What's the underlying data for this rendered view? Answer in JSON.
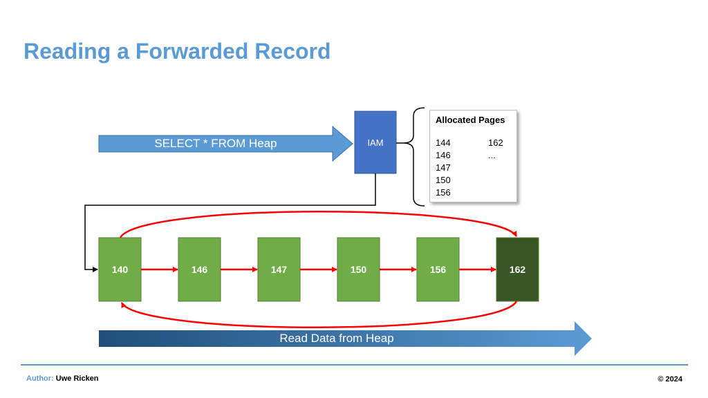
{
  "slide": {
    "title": "Reading a Forwarded Record"
  },
  "query_arrow": {
    "label": "SELECT * FROM Heap",
    "color": "#5b9bd5"
  },
  "iam": {
    "label": "IAM",
    "color": "#4472c4"
  },
  "allocated_pages": {
    "title": "Allocated Pages",
    "column1": [
      "144",
      "146",
      "147",
      "150",
      "156"
    ],
    "column2": [
      "162",
      "..."
    ]
  },
  "pages": [
    {
      "id": "140",
      "color": "#70ad47"
    },
    {
      "id": "146",
      "color": "#70ad47"
    },
    {
      "id": "147",
      "color": "#70ad47"
    },
    {
      "id": "150",
      "color": "#70ad47"
    },
    {
      "id": "156",
      "color": "#70ad47"
    },
    {
      "id": "162",
      "color": "#375623"
    }
  ],
  "read_arrow": {
    "label": "Read Data from Heap",
    "gradient_start": "#1f4e79",
    "gradient_end": "#5b9bd5"
  },
  "link_color": "#ff0000",
  "footer": {
    "author_key": "Author:",
    "author_name": "Uwe Ricken",
    "copyright": "© 2024"
  }
}
